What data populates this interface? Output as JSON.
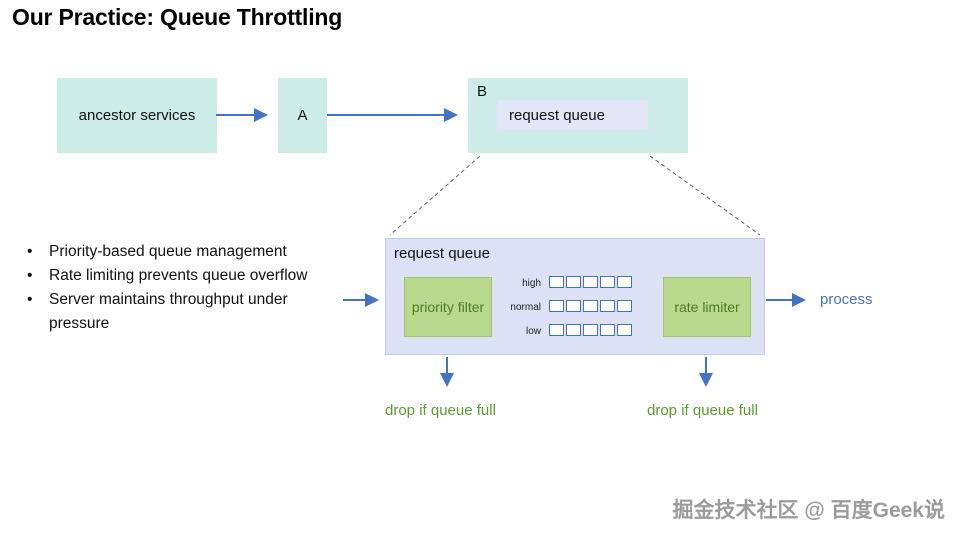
{
  "title": "Our Practice: Queue Throttling",
  "top_flow": {
    "ancestor_label": "ancestor services",
    "a_label": "A",
    "b_label": "B",
    "b_queue_label": "request queue"
  },
  "bullets": [
    "Priority-based queue management",
    "Rate limiting prevents queue overflow",
    "Server maintains throughput under pressure"
  ],
  "detail": {
    "title": "request queue",
    "priority_filter": "priority filter",
    "rate_limiter": "rate limiter",
    "queue_rows": [
      {
        "label": "high",
        "cells": 5
      },
      {
        "label": "normal",
        "cells": 5
      },
      {
        "label": "low",
        "cells": 5
      }
    ],
    "process_label": "process",
    "drop_left": "drop if queue full",
    "drop_right": "drop if queue full"
  },
  "watermark": "掘金技术社区 @ 百度Geek说",
  "colors": {
    "teal": "#cdebe7",
    "lavender": "#dce1f5",
    "lavender-inner": "#e3e6f6",
    "green-fill": "#b9d98c",
    "green-border": "#9ec46c",
    "green-text": "#4f7a28",
    "blue": "#4472c4",
    "drop-green": "#5e9b33",
    "dash": "#666666"
  }
}
